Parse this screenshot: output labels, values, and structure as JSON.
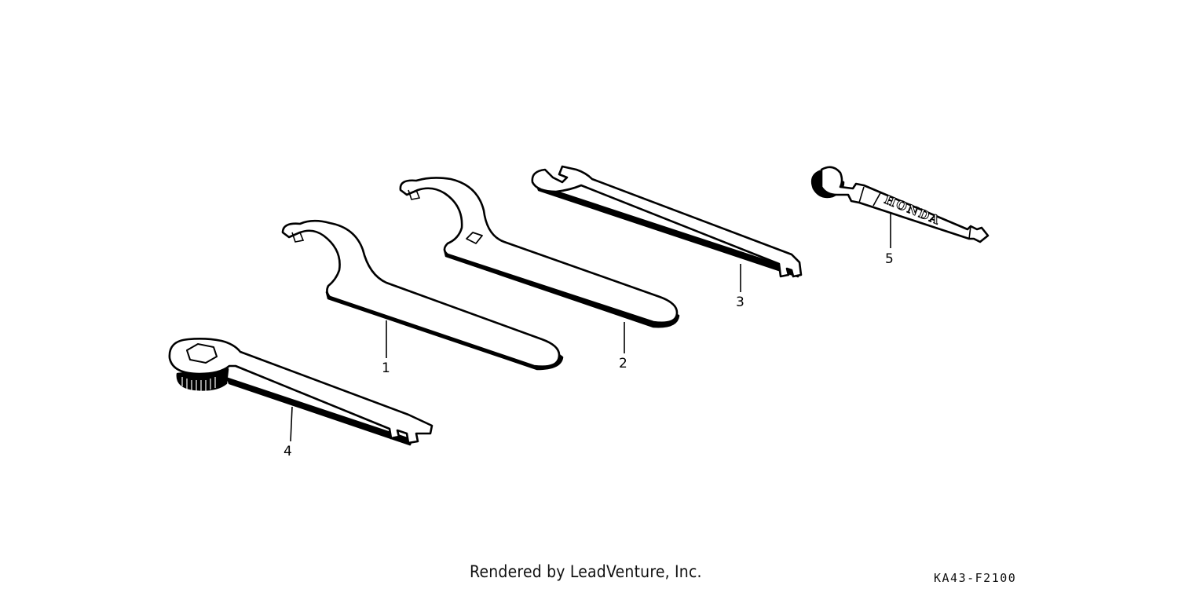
{
  "diagram": {
    "parts": [
      {
        "number": "1"
      },
      {
        "number": "2"
      },
      {
        "number": "3"
      },
      {
        "number": "4"
      },
      {
        "number": "5"
      }
    ],
    "logo_text": "HONDA"
  },
  "footer": {
    "rendered_by": "Rendered by LeadVenture, Inc.",
    "diagram_code": "KA43-F2100"
  }
}
